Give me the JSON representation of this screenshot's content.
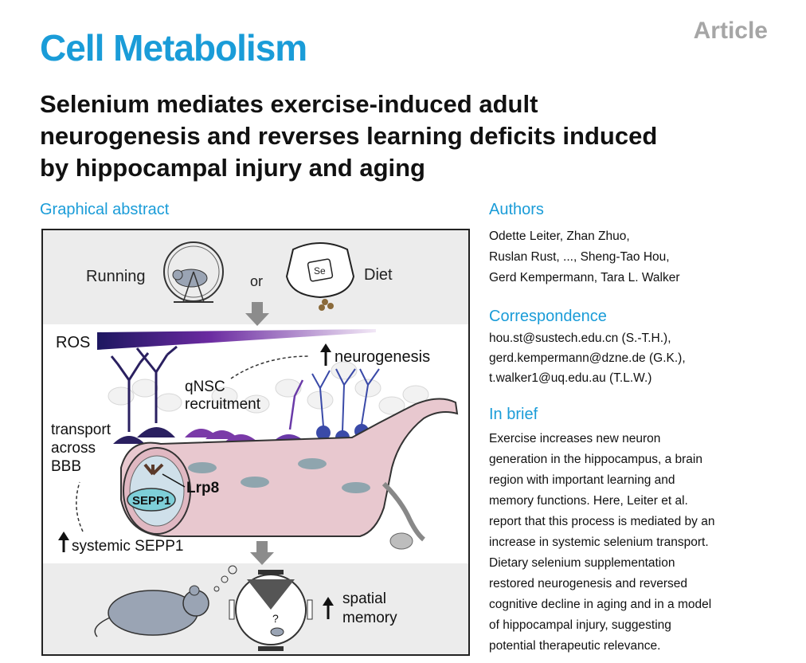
{
  "header": {
    "journal": "Cell Metabolism",
    "article_type": "Article"
  },
  "title_lines": [
    "Selenium mediates exercise-induced adult",
    "neurogenesis and reverses learning deficits induced",
    "by hippocampal injury and aging"
  ],
  "graphical_abstract": {
    "heading": "Graphical abstract",
    "labels": {
      "running": "Running",
      "or": "or",
      "diet": "Diet",
      "se": "Se",
      "ros": "ROS",
      "neurogenesis": "neurogenesis",
      "qnsc_line1": "qNSC",
      "qnsc_line2": "recruitment",
      "transport_line1": "transport",
      "transport_line2": "across",
      "transport_line3": "BBB",
      "sepp1": "SEPP1",
      "lrp8": "Lrp8",
      "systemic_sepp1": "systemic SEPP1",
      "spatial_line1": "spatial",
      "spatial_line2": "memory",
      "question": "?"
    },
    "colors": {
      "accent": "#1a9cd8",
      "panel_gray": "#ececec",
      "vessel": "#e8c8cf",
      "neuron_dark": "#2a2060",
      "neuron_purple": "#7a3aa8",
      "neuron_blue": "#3a4aa8",
      "sepp1_fill": "#7ecfd8"
    }
  },
  "authors": {
    "heading": "Authors",
    "lines": [
      "Odette Leiter, Zhan Zhuo,",
      "Ruslan Rust, ..., Sheng-Tao Hou,",
      "Gerd Kempermann, Tara L. Walker"
    ]
  },
  "correspondence": {
    "heading": "Correspondence",
    "lines": [
      "hou.st@sustech.edu.cn (S.-T.H.),",
      "gerd.kempermann@dzne.de (G.K.),",
      "t.walker1@uq.edu.au (T.L.W.)"
    ]
  },
  "in_brief": {
    "heading": "In brief",
    "lines": [
      "Exercise increases new neuron",
      "generation in the hippocampus, a brain",
      "region with important learning and",
      "memory functions. Here, Leiter et al.",
      "report that this process is mediated by an",
      "increase in systemic selenium transport.",
      "Dietary selenium supplementation",
      "restored neurogenesis and reversed",
      "cognitive decline in aging and in a model",
      "of hippocampal injury, suggesting",
      "potential therapeutic relevance."
    ]
  }
}
